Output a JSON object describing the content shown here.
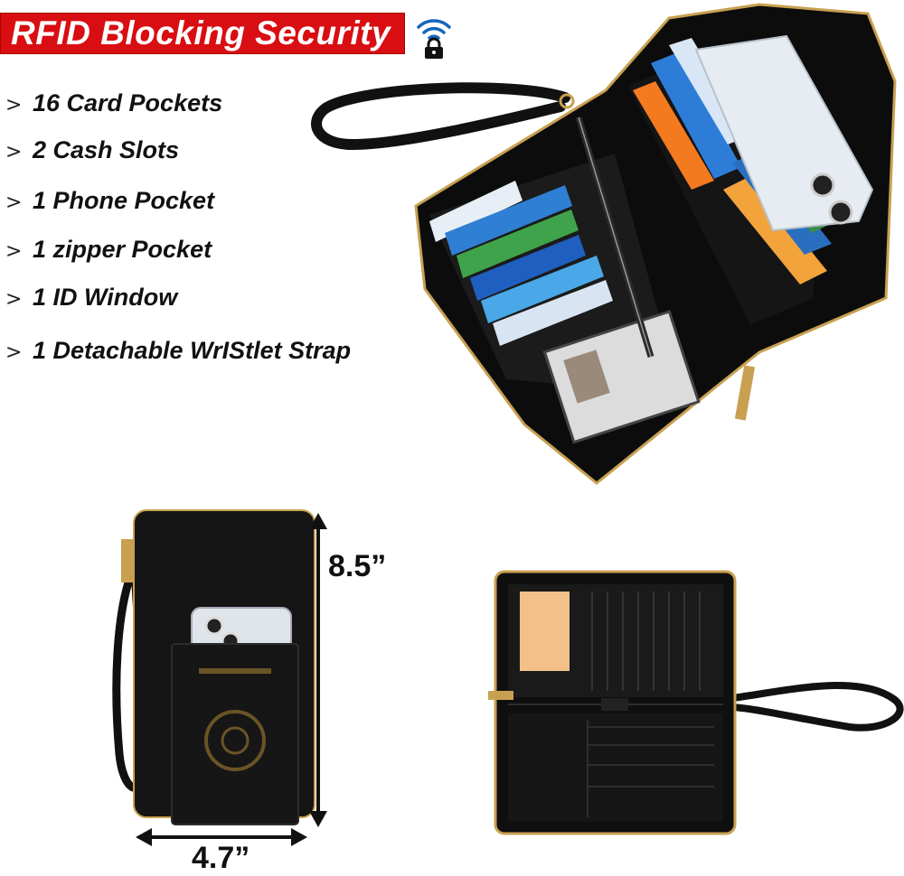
{
  "banner": {
    "title": "RFID Blocking Security"
  },
  "icons": {
    "rfid": "wifi-lock-icon",
    "feature_bullet": "chevron-right-icon"
  },
  "features": [
    {
      "bullet": ">",
      "text": "16 Card Pockets"
    },
    {
      "bullet": ">",
      "text": "2 Cash Slots"
    },
    {
      "bullet": ">",
      "text": "1 Phone Pocket"
    },
    {
      "bullet": ">",
      "text": "1 zipper Pocket"
    },
    {
      "bullet": ">",
      "text": "1 ID Window"
    },
    {
      "bullet": ">",
      "text": "1 Detachable WrIStlet Strap"
    }
  ],
  "dimensions": {
    "height": "8.5”",
    "width": "4.7”"
  },
  "colors": {
    "banner": "#d80e12",
    "icon": "#1565c0",
    "wallet": "#111111",
    "zipper": "#c8a050"
  }
}
